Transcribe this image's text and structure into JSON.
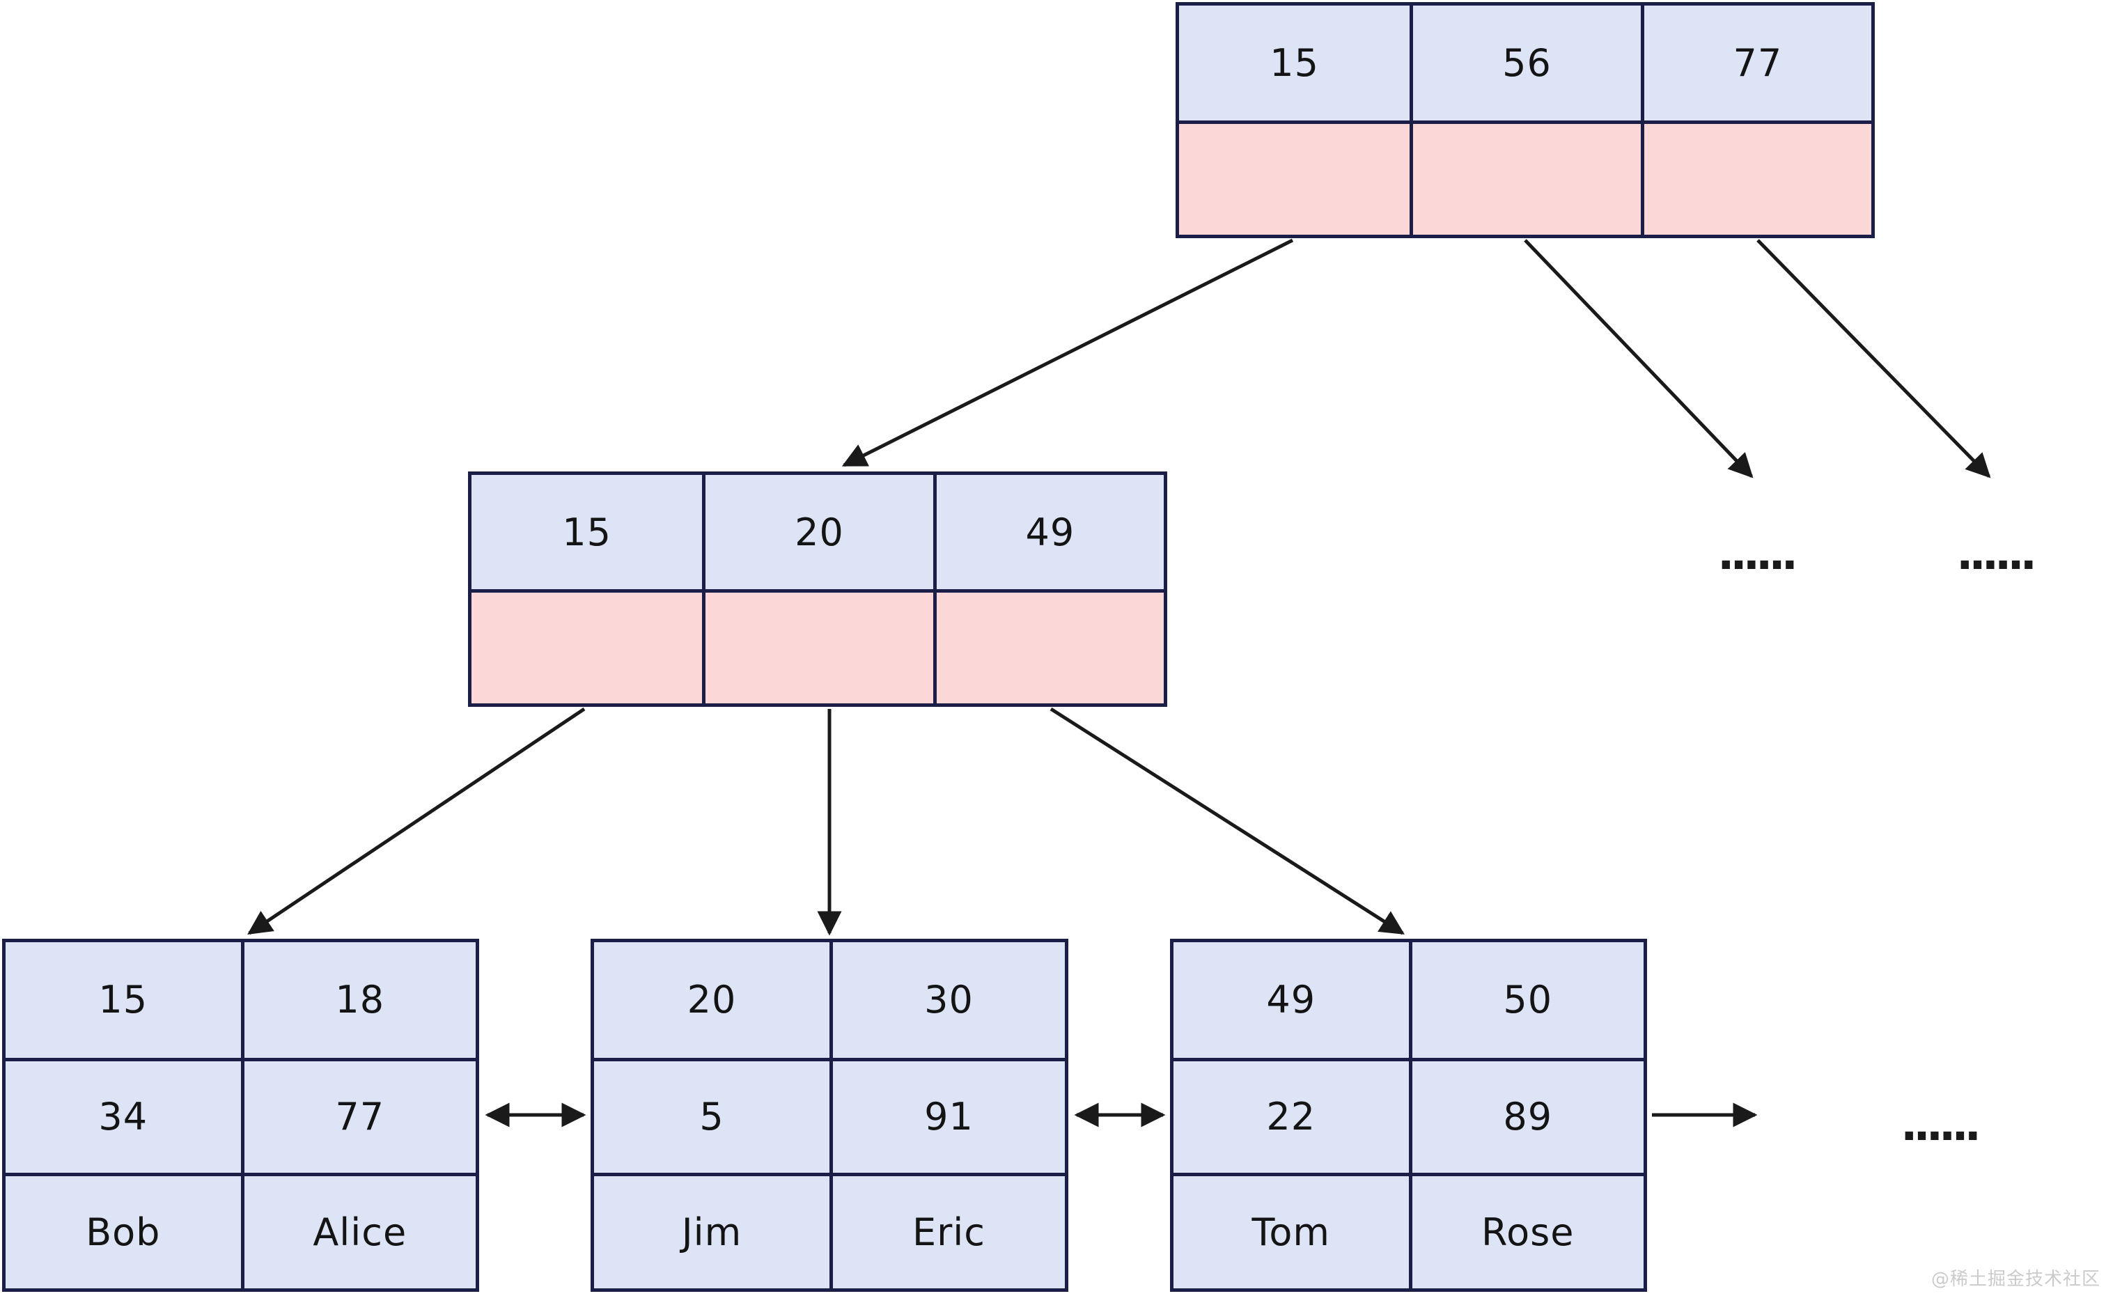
{
  "diagram_type": "b-plus-tree-index",
  "nodes": {
    "root": {
      "keys": [
        "15",
        "56",
        "77"
      ],
      "pointer_cells": [
        "",
        "",
        ""
      ]
    },
    "internal": {
      "keys": [
        "15",
        "20",
        "49"
      ],
      "pointer_cells": [
        "",
        "",
        ""
      ]
    },
    "leaf1": {
      "row1": [
        "15",
        "18"
      ],
      "row2": [
        "34",
        "77"
      ],
      "row3": [
        "Bob",
        "Alice"
      ]
    },
    "leaf2": {
      "row1": [
        "20",
        "30"
      ],
      "row2": [
        "5",
        "91"
      ],
      "row3": [
        "Jim",
        "Eric"
      ]
    },
    "leaf3": {
      "row1": [
        "49",
        "50"
      ],
      "row2": [
        "22",
        "89"
      ],
      "row3": [
        "Tom",
        "Rose"
      ]
    }
  },
  "ellipsis": {
    "right_branch_1": "......",
    "right_branch_2": "......",
    "leaf_chain_more": "......"
  },
  "watermark": "@稀土掘金技术社区",
  "colors": {
    "key_cell_blue": "#dde4f6",
    "pointer_cell_pink": "#fcd7d8",
    "border_navy": "#1b1f47",
    "arrow_black": "#1a1a1a",
    "watermark_gray": "#cbcbcb",
    "background": "#ffffff"
  }
}
